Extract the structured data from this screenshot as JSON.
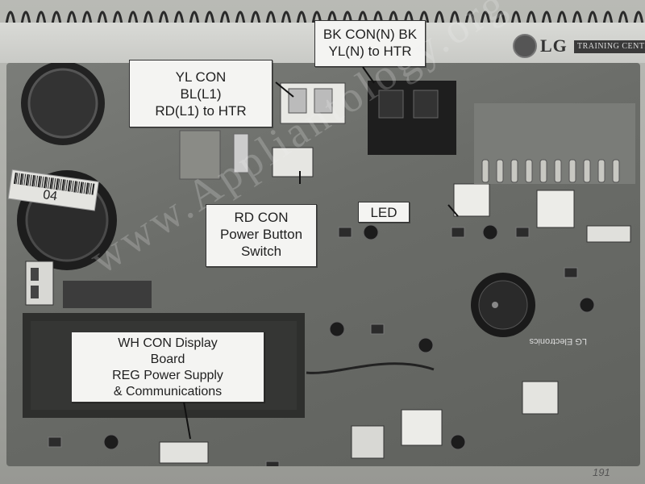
{
  "brand": {
    "logo_text": "LG",
    "training_label": "TRAINING CENTER"
  },
  "callouts": {
    "bk_con": [
      "BK CON(N) BK",
      "YL(N) to HTR"
    ],
    "yl_con": [
      "YL CON",
      "BL(L1)",
      "RD(L1) to HTR"
    ],
    "rd_con": [
      "RD CON",
      "Power Button",
      "Switch"
    ],
    "led": "LED",
    "wh_con": [
      "WH CON Display",
      "Board",
      "REG Power Supply",
      "& Communications"
    ]
  },
  "board_labels": {
    "capacitor_sticker": "04",
    "manufacturer_print": "LG Electronics"
  },
  "page_number": "191",
  "watermark": "www.Appliantology.org",
  "colors": {
    "callout_bg": "#f4f4f2",
    "board": "#6b6d69",
    "page": "#b9bab5"
  }
}
